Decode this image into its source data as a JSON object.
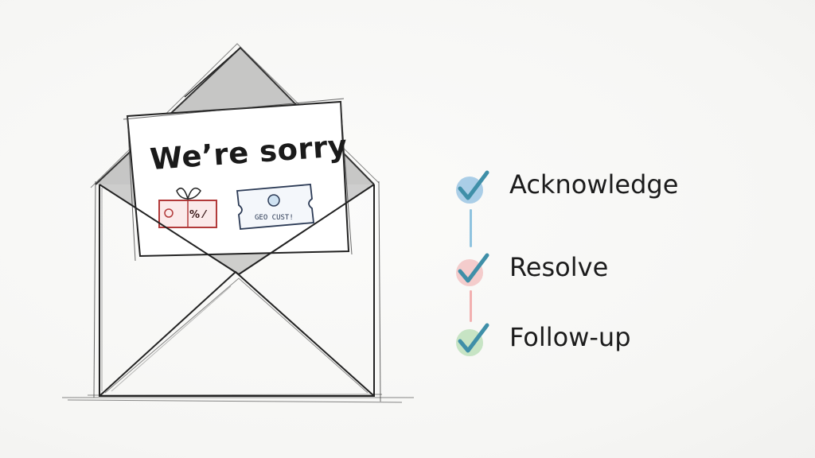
{
  "card": {
    "title": "We’re sorry",
    "gift_tag": "% ⁄",
    "coupon_text": "GEO CUST!"
  },
  "steps": [
    {
      "label": "Acknowledge",
      "icon": "check-icon",
      "color": "#6aaad8"
    },
    {
      "label": "Resolve",
      "icon": "check-icon",
      "color": "#f0a7a7"
    },
    {
      "label": "Follow-up",
      "icon": "check-icon",
      "color": "#9fd49a"
    }
  ],
  "check_color": "#3f8fa8",
  "connector_colors": [
    "#8fc3df",
    "#f2b0b0"
  ]
}
